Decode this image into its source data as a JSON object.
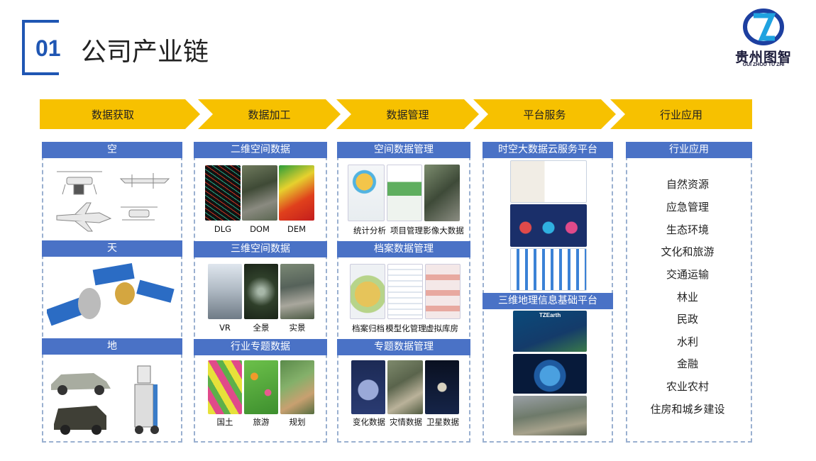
{
  "header": {
    "number": "01",
    "title": "公司产业链"
  },
  "logo": {
    "name_cn": "贵州图智",
    "name_en": "GUI ZHOU TU ZHI"
  },
  "chain": [
    "数据获取",
    "数据加工",
    "数据管理",
    "平台服务",
    "行业应用"
  ],
  "acquisition": {
    "sky": "空",
    "space": "天",
    "ground": "地"
  },
  "processing": {
    "title_2d": "二维空间数据",
    "items_2d": [
      "DLG",
      "DOM",
      "DEM"
    ],
    "title_3d": "三维空间数据",
    "items_3d": [
      "VR",
      "全景",
      "实景"
    ],
    "title_theme": "行业专题数据",
    "items_theme": [
      "国土",
      "旅游",
      "规划"
    ]
  },
  "management": {
    "title_spatial": "空间数据管理",
    "items_spatial": [
      "统计分析",
      "项目管理",
      "影像大数据"
    ],
    "title_archive": "档案数据管理",
    "items_archive": [
      "档案归档",
      "模型化管理",
      "虚拟库房"
    ],
    "title_theme": "专题数据管理",
    "items_theme": [
      "变化数据",
      "灾情数据",
      "卫星数据"
    ]
  },
  "platform": {
    "title_cloud": "时空大数据云服务平台",
    "title_3d": "三维地理信息基础平台",
    "earth_label": "TZEarth"
  },
  "industry": {
    "title": "行业应用",
    "items": [
      "自然资源",
      "应急管理",
      "生态环境",
      "文化和旅游",
      "交通运输",
      "林业",
      "民政",
      "水利",
      "金融",
      "农业农村",
      "住房和城乡建设"
    ]
  },
  "colors": {
    "accent_blue": "#1f56b3",
    "header_blue": "#4a72c6",
    "arrow_yellow": "#f7c100"
  }
}
